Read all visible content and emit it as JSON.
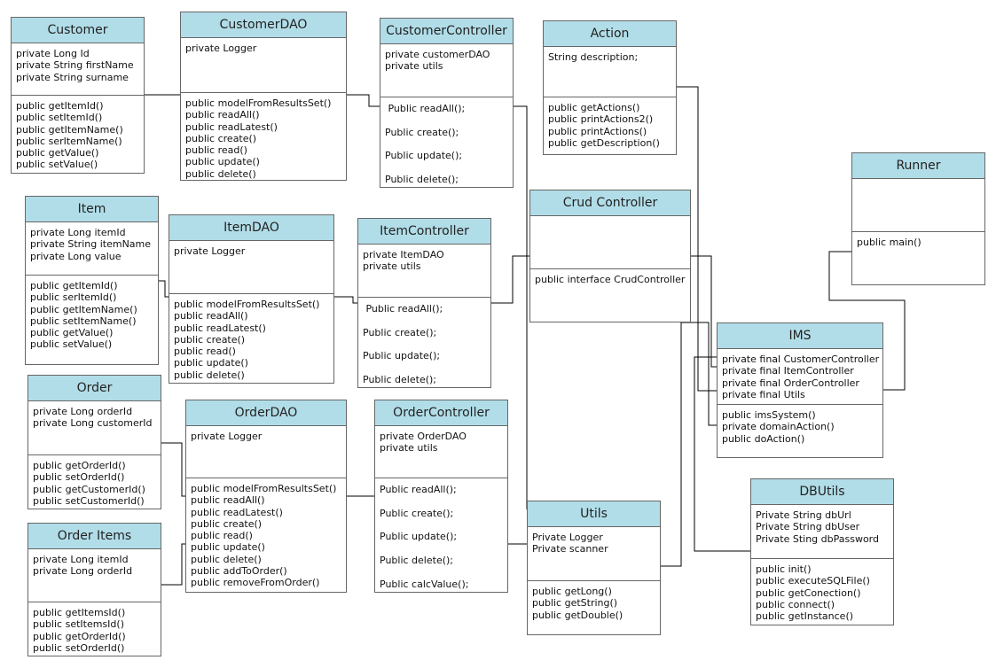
{
  "classes": {
    "customer": {
      "name": "Customer",
      "attributes": [
        "private Long Id",
        "private String firstName",
        "private String surname"
      ],
      "methods": [
        "public getItemId()",
        "public setItemId()",
        "public getItemName()",
        "public serItemName()",
        "public getValue()",
        "public setValue()"
      ]
    },
    "customer_dao": {
      "name": "CustomerDAO",
      "attributes": [
        "private Logger"
      ],
      "methods": [
        "public modelFromResultsSet()",
        "public readAll()",
        "public readLatest()",
        "public create()",
        "public read()",
        "public update()",
        "public delete()"
      ]
    },
    "customer_controller": {
      "name": "CustomerController",
      "attributes": [
        "private customerDAO",
        "private utils"
      ],
      "methods": [
        " Public readAll();",
        "Public create();",
        "Public update();",
        "Public delete();"
      ]
    },
    "action": {
      "name": "Action",
      "attributes": [
        "String description;"
      ],
      "methods": [
        "public getActions()",
        "public printActions2()",
        "public printActions()",
        "public getDescription()"
      ]
    },
    "runner": {
      "name": "Runner",
      "attributes": [],
      "methods": [
        "public main()"
      ]
    },
    "item": {
      "name": "Item",
      "attributes": [
        "private Long itemId",
        "private String itemName",
        "private Long value"
      ],
      "methods": [
        "public getItemId()",
        "public serItemId()",
        "public getItemName()",
        "public setItemName()",
        "public getValue()",
        "public setValue()"
      ]
    },
    "item_dao": {
      "name": "ItemDAO",
      "attributes": [
        "private Logger"
      ],
      "methods": [
        "public modelFromResultsSet()",
        "public readAll()",
        "public readLatest()",
        "public create()",
        "public read()",
        "public update()",
        "public delete()"
      ]
    },
    "item_controller": {
      "name": "ItemController",
      "attributes": [
        "private ItemDAO",
        "private utils"
      ],
      "methods": [
        " Public readAll();",
        "Public create();",
        "Public update();",
        "Public delete();"
      ]
    },
    "crud_controller": {
      "name": "Crud Controller",
      "attributes": [],
      "methods": [
        "public interface CrudController"
      ]
    },
    "ims": {
      "name": "IMS",
      "attributes": [
        "private final CustomerController",
        "private final ItemController",
        "private final OrderController",
        "private final Utils"
      ],
      "methods": [
        "public imsSystem()",
        "private domainAction()",
        "public doAction()"
      ]
    },
    "order": {
      "name": "Order",
      "attributes": [
        "private Long orderId",
        "private Long customerId"
      ],
      "methods": [
        "public getOrderId()",
        "public setOrderId()",
        "public getCustomerId()",
        "public setCustomerId()"
      ]
    },
    "order_dao": {
      "name": "OrderDAO",
      "attributes": [
        "private Logger"
      ],
      "methods": [
        "public modelFromResultsSet()",
        "public readAll()",
        "public readLatest()",
        "public create()",
        "public read()",
        "public update()",
        "public delete()",
        "public addToOrder()",
        "public removeFromOrder()"
      ]
    },
    "order_controller": {
      "name": "OrderController",
      "attributes": [
        "private OrderDAO",
        "private utils"
      ],
      "methods": [
        "Public readAll();",
        "Public create();",
        "Public update();",
        "Public delete();",
        "Public calcValue();"
      ]
    },
    "order_items": {
      "name": "Order Items",
      "attributes": [
        "private Long itemId",
        "private Long orderId"
      ],
      "methods": [
        "public getItemsId()",
        "public setItemsId()",
        "public getOrderId()",
        "public setOrderId()"
      ]
    },
    "utils": {
      "name": "Utils",
      "attributes": [
        "Private Logger",
        "Private scanner"
      ],
      "methods": [
        "public getLong()",
        "public getString()",
        "public getDouble()"
      ]
    },
    "dbutils": {
      "name": "DBUtils",
      "attributes": [
        "Private String dbUrl",
        "Private String dbUser",
        "Private Sting dbPassword"
      ],
      "methods": [
        "public init()",
        "public executeSQLFile()",
        "public getConection()",
        "public connect()",
        "public getInstance()"
      ]
    }
  }
}
